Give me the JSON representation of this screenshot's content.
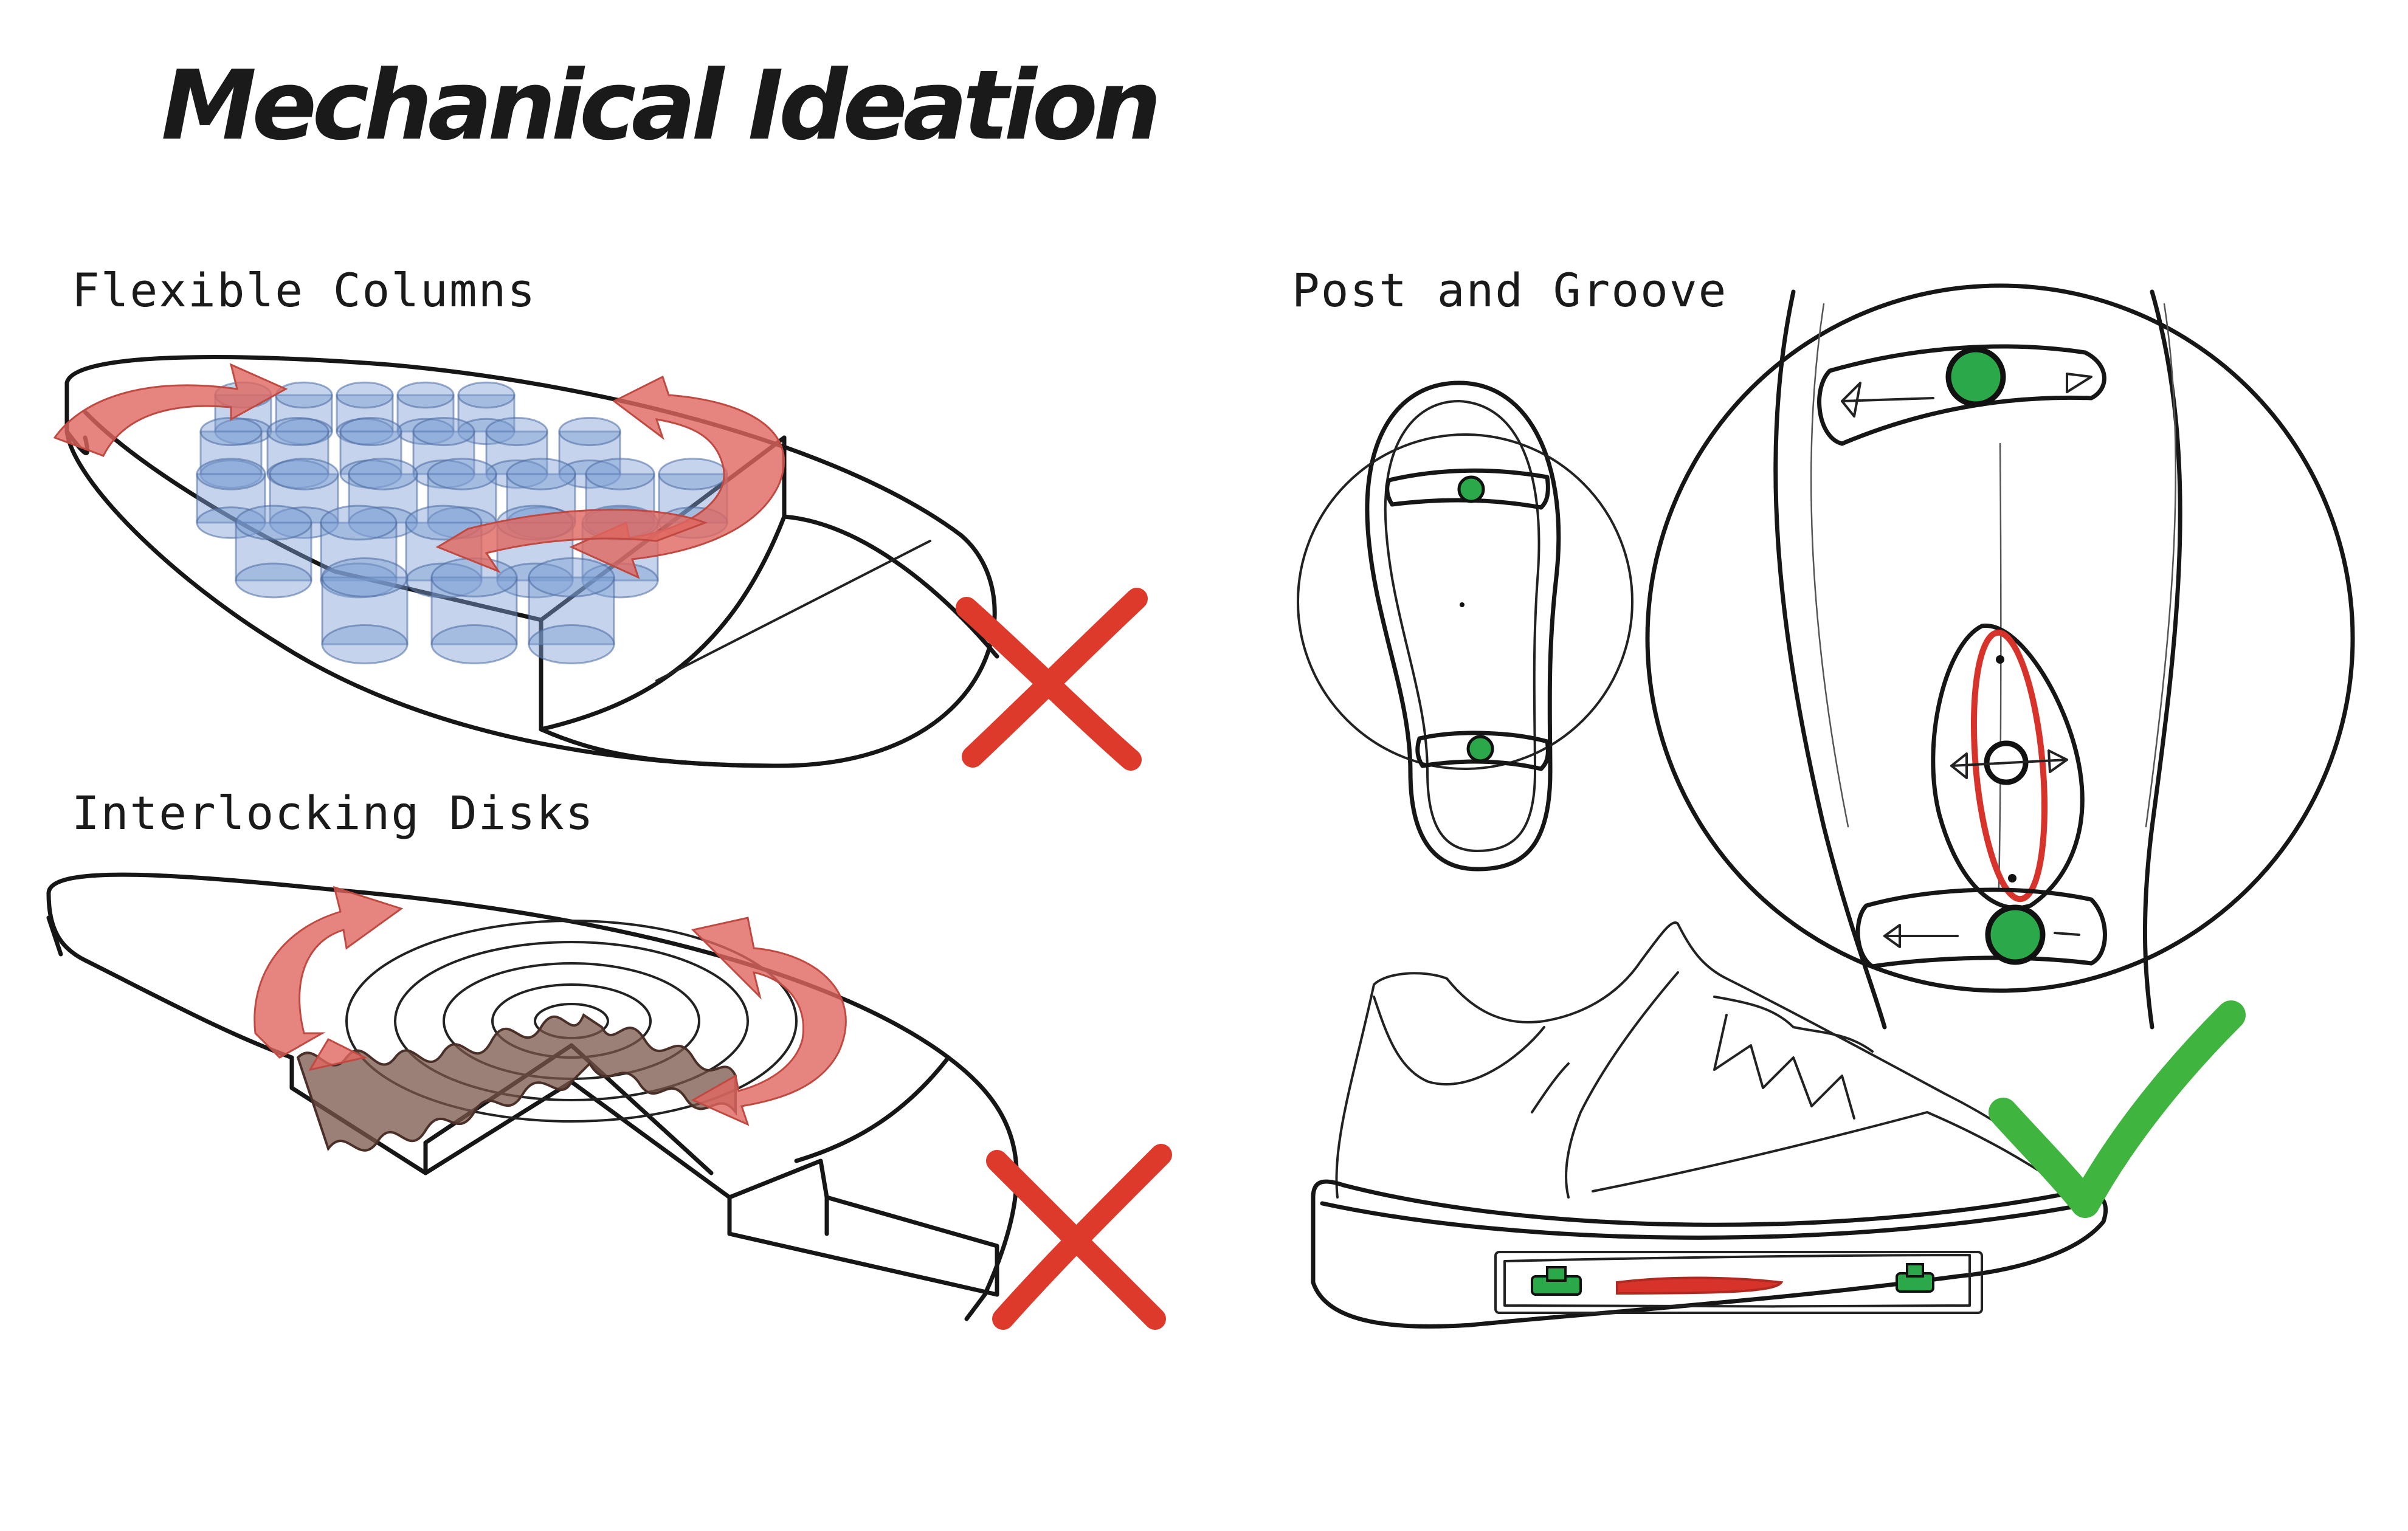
{
  "title": "Mechanical Ideation",
  "sections": {
    "flexible_columns": {
      "label": "Flexible Columns",
      "verdict": "rejected"
    },
    "interlocking_disks": {
      "label": "Interlocking Disks",
      "verdict": "rejected"
    },
    "post_and_groove": {
      "label": "Post and Groove",
      "verdict": "approved"
    }
  },
  "colors": {
    "ink": "#161616",
    "reject_red": "#dd3a2c",
    "approve_green": "#3fb43f",
    "arrow_red": "#e0675f",
    "column_blue": "#7f9fd4",
    "wave_brown": "#7a5549",
    "post_green": "#2aa84a"
  },
  "icons": {
    "reject": "cross-mark-icon",
    "approve": "check-mark-icon"
  }
}
